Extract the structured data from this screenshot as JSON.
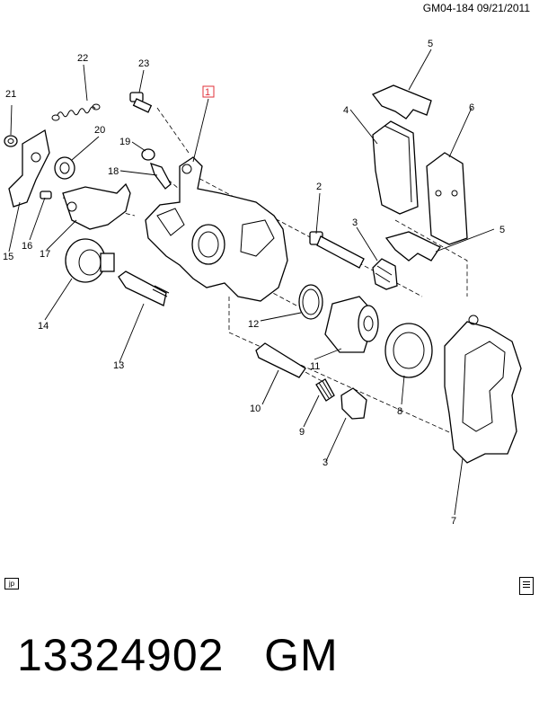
{
  "header": {
    "reference": "GM04-184  09/21/2011"
  },
  "footer": {
    "language_tag": "jp",
    "doc_icon": "document-icon",
    "part_number_text": "13324902   GM"
  },
  "callouts": {
    "c1": "1",
    "c2": "2",
    "c3a": "3",
    "c3b": "3",
    "c4": "4",
    "c5a": "5",
    "c5b": "5",
    "c6": "6",
    "c7": "7",
    "c8": "8",
    "c9": "9",
    "c10": "10",
    "c11": "11",
    "c12": "12",
    "c13": "13",
    "c14": "14",
    "c15": "15",
    "c16": "16",
    "c17": "17",
    "c18": "18",
    "c19": "19",
    "c20": "20",
    "c21": "21",
    "c22": "22",
    "c23": "23"
  },
  "colors": {
    "line": "#000000",
    "highlight": "#e0303a",
    "background": "#ffffff"
  }
}
